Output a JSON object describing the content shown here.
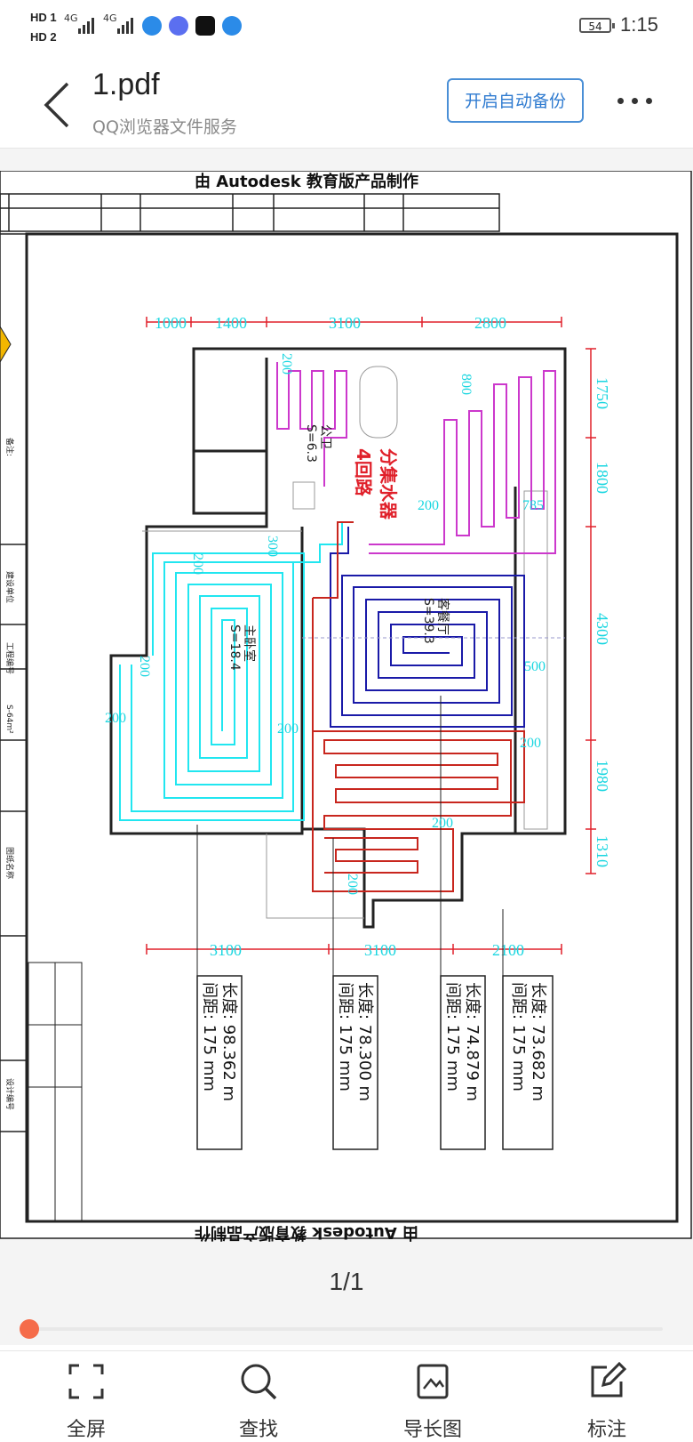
{
  "status_bar": {
    "hd1": "HD 1",
    "hd2": "HD 2",
    "net1": "4G",
    "net2": "4G",
    "battery": "54",
    "time": "1:15"
  },
  "header": {
    "title": "1.pdf",
    "subtitle": "QQ浏览器文件服务",
    "backup_button": "开启自动备份"
  },
  "document": {
    "top_caption": "由 Autodesk 教育版产品制作",
    "bottom_caption": "由 Autodesk 教育版产品制作",
    "dims_top": [
      "1000",
      "1400",
      "3100",
      "2800"
    ],
    "dims_right": [
      "1750",
      "1800",
      "4300",
      "1980",
      "1310"
    ],
    "dims_bottom": [
      "3100",
      "3100",
      "2100"
    ],
    "rooms": [
      {
        "name": "公卫",
        "area": "S=6.3"
      },
      {
        "name": "客餐厅",
        "area": "S=39.3"
      },
      {
        "name": "主卧室",
        "area": "S=18.4"
      }
    ],
    "manifold": [
      "分集水器",
      "4回路"
    ],
    "spacing_labels": [
      "200",
      "800",
      "785",
      "200",
      "300",
      "200",
      "200",
      "200",
      "500",
      "200",
      "200",
      "200",
      "200"
    ],
    "loops": [
      {
        "length": "长度: 98.362 m",
        "spacing": "间距: 175 mm"
      },
      {
        "length": "长度: 78.300 m",
        "spacing": "间距: 175 mm"
      },
      {
        "length": "长度: 74.879 m",
        "spacing": "间距: 175 mm"
      },
      {
        "length": "长度: 73.682 m",
        "spacing": "间距: 175 mm"
      }
    ]
  },
  "viewer": {
    "page_indicator": "1/1",
    "progress": 0.0
  },
  "toolbar": {
    "fullscreen": "全屏",
    "find": "查找",
    "long_image": "导长图",
    "annotate": "标注"
  },
  "colors": {
    "pipe_cyan": "#21e6f0",
    "pipe_red": "#c8261e",
    "pipe_blue": "#1a1aa8",
    "pipe_magenta": "#cc38cc",
    "dimension_red": "#e0202a",
    "dimension_text": "#19d6e0",
    "accent_blue": "#2f7bd0",
    "progress_orange": "#f56c4a"
  }
}
